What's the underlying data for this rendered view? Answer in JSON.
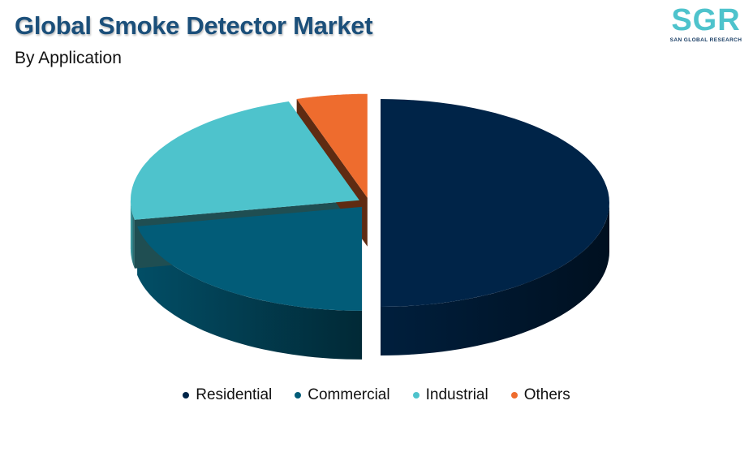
{
  "header": {
    "title": "Global Smoke Detector Market",
    "subtitle": "By Application"
  },
  "logo": {
    "mark": "SGR",
    "tagline": "SAN GLOBAL RESEARCH"
  },
  "chart_data": {
    "type": "pie",
    "style": "3d-exploded",
    "title": "Global Smoke Detector Market",
    "subtitle": "By Application",
    "categories": [
      "Residential",
      "Commercial",
      "Industrial",
      "Others"
    ],
    "values": [
      50,
      22,
      23,
      5
    ],
    "colors": {
      "Residential": "#002448",
      "Commercial": "#025c78",
      "Industrial": "#4ec3cc",
      "Others": "#ee6c2e"
    },
    "legend_position": "bottom-center"
  }
}
